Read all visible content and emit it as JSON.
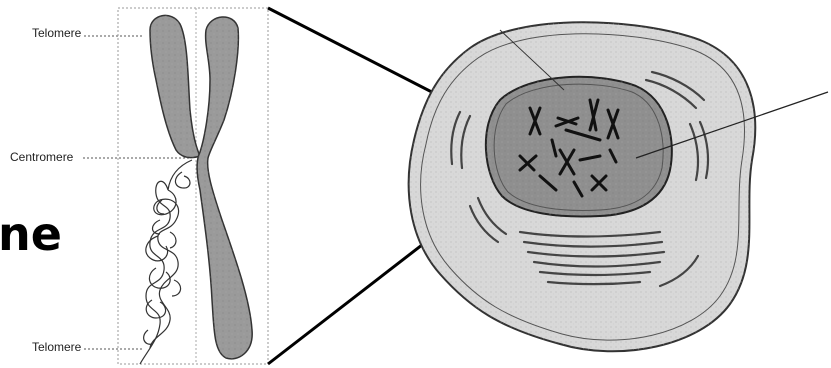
{
  "labels": {
    "telomere_top": "Telomere",
    "centromere": "Centromere",
    "telomere_bottom": "Telomere",
    "partial_heading": "ne"
  },
  "colors": {
    "chromosome_fill": "#9a9a9a",
    "nucleus_fill": "#8f8f8f",
    "cell_fill": "#d8d8d8",
    "outline": "#333333"
  }
}
